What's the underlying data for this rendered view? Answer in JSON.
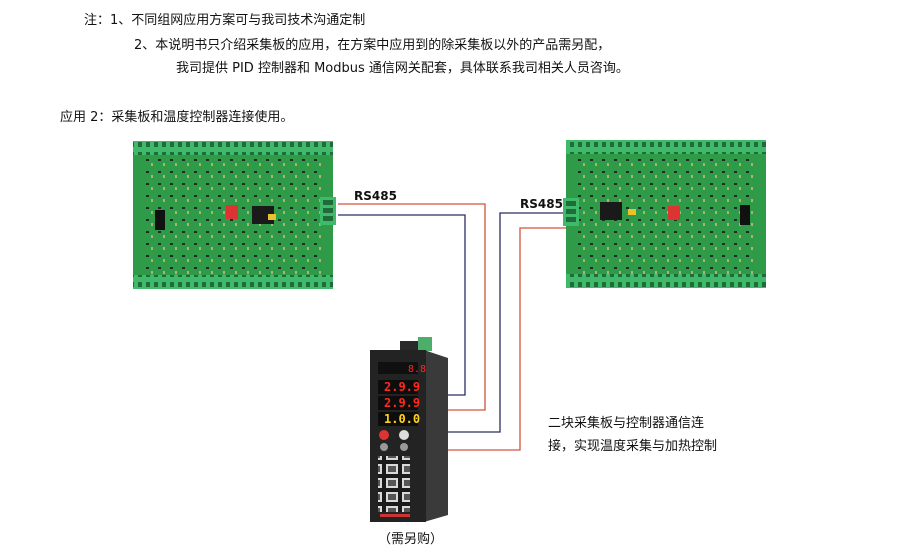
{
  "notes": {
    "line1": "注：1、不同组网应用方案可与我司技术沟通定制",
    "line2": "2、本说明书只介绍采集板的应用，在方案中应用到的除采集板以外的产品需另配，",
    "line3": "我司提供 PID 控制器和 Modbus 通信网关配套，具体联系我司相关人员咨询。"
  },
  "diagram": {
    "title": "应用 2：采集板和温度控制器连接使用。",
    "rs485_left": "RS485",
    "rs485_right": "RS485",
    "description": "二块采集板与控制器通信连接，实现温度采集与加热控制",
    "controller_caption": "（需另购）",
    "controller_displays": [
      "8.8",
      "2.9.9",
      "2.9.9",
      "1.0.0"
    ],
    "colors": {
      "board_green": "#2f9a48",
      "terminal_green": "#3fb96a",
      "wire_red": "#d3533e",
      "wire_navy": "#2b2e63",
      "controller_body": "#232323",
      "led_red": "#ff2a1f",
      "led_yellow": "#ffd21a"
    }
  }
}
